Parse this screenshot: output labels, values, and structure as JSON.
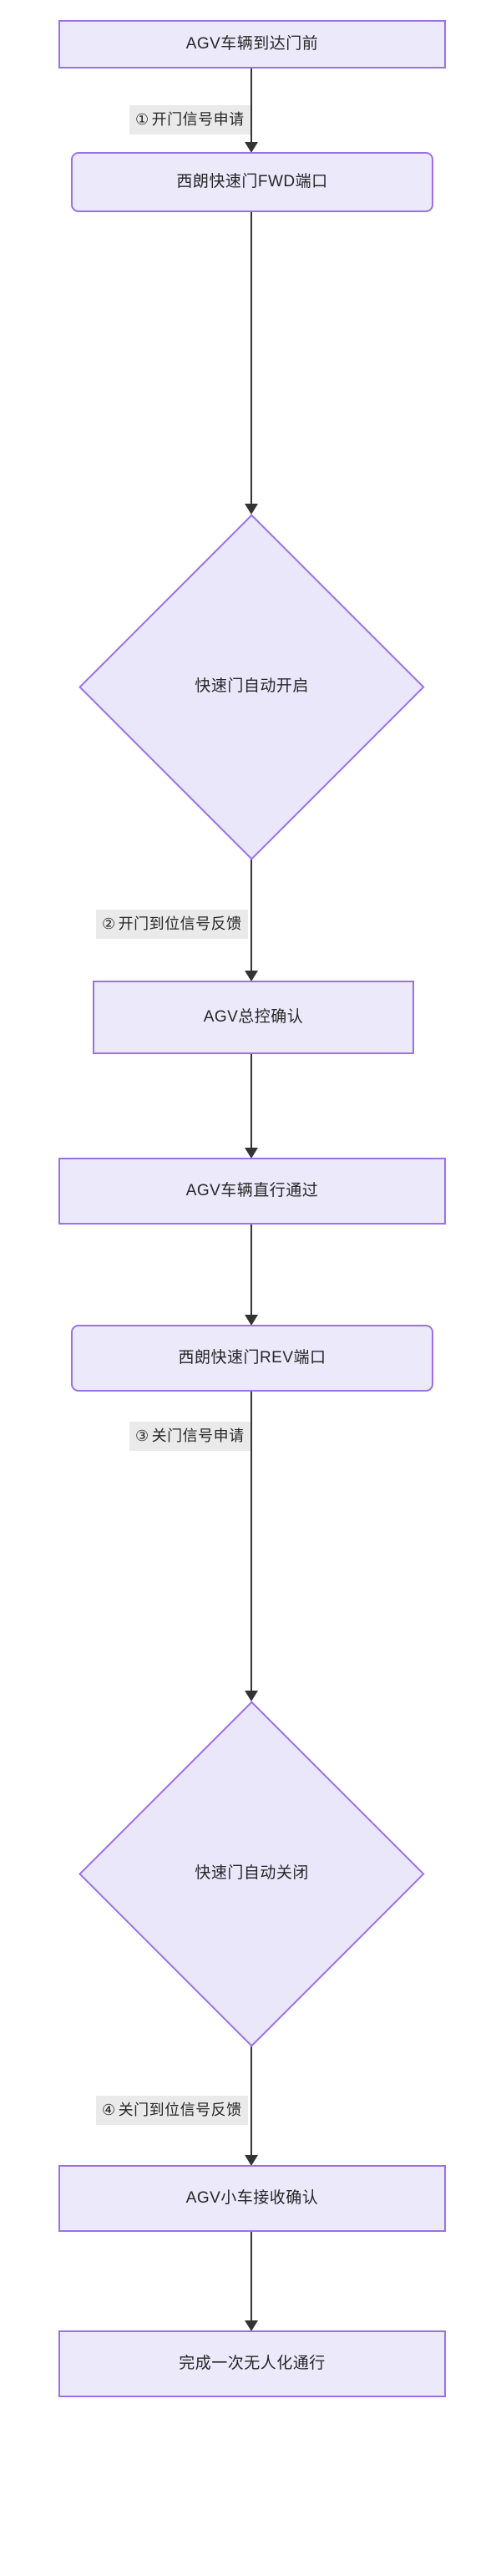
{
  "diagram": {
    "type": "flowchart",
    "orientation": "top-to-bottom",
    "palette": {
      "node_fill": "#ece9fb",
      "node_border": "#9a72e6",
      "node_text": "#262626",
      "edge_stroke": "#333333",
      "edge_label_bg": "#eaeaea",
      "page_bg": "#ffffff"
    },
    "nodes": [
      {
        "id": "n1",
        "shape": "rect",
        "label": "AGV车辆到达门前"
      },
      {
        "id": "n2",
        "shape": "rounded",
        "label": "西朗快速门FWD端口"
      },
      {
        "id": "n3",
        "shape": "diamond",
        "label": "快速门自动开启"
      },
      {
        "id": "n4",
        "shape": "rect",
        "label": "AGV总控确认"
      },
      {
        "id": "n5",
        "shape": "rect",
        "label": "AGV车辆直行通过"
      },
      {
        "id": "n6",
        "shape": "rounded",
        "label": "西朗快速门REV端口"
      },
      {
        "id": "n7",
        "shape": "diamond",
        "label": "快速门自动关闭"
      },
      {
        "id": "n8",
        "shape": "rect",
        "label": "AGV小车接收确认"
      },
      {
        "id": "n9",
        "shape": "rect",
        "label": "完成一次无人化通行"
      }
    ],
    "edges": [
      {
        "from": "n1",
        "to": "n2",
        "marker": "①",
        "text": "开门信号申请"
      },
      {
        "from": "n2",
        "to": "n3",
        "marker": "",
        "text": ""
      },
      {
        "from": "n3",
        "to": "n4",
        "marker": "②",
        "text": "开门到位信号反馈"
      },
      {
        "from": "n4",
        "to": "n5",
        "marker": "",
        "text": ""
      },
      {
        "from": "n5",
        "to": "n6",
        "marker": "③",
        "text": "关门信号申请"
      },
      {
        "from": "n6",
        "to": "n7",
        "marker": "",
        "text": ""
      },
      {
        "from": "n7",
        "to": "n8",
        "marker": "④",
        "text": "关门到位信号反馈"
      },
      {
        "from": "n8",
        "to": "n9",
        "marker": "",
        "text": ""
      }
    ],
    "edge_labels": [
      {
        "id": "e1",
        "marker": "①",
        "text": "开门信号申请"
      },
      {
        "id": "e3",
        "marker": "②",
        "text": "开门到位信号反馈"
      },
      {
        "id": "e5",
        "marker": "③",
        "text": "关门信号申请"
      },
      {
        "id": "e7",
        "marker": "④",
        "text": "关门到位信号反馈"
      }
    ]
  }
}
